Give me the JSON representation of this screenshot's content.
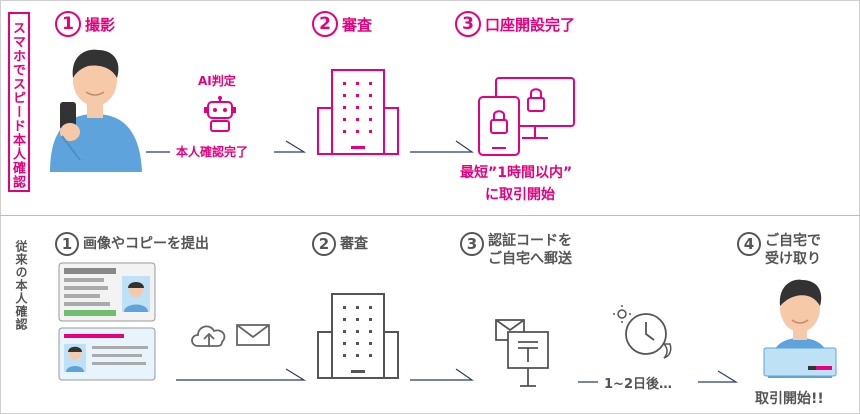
{
  "smartphone_flow": {
    "label": "スマホでスピード本人確認",
    "steps": [
      {
        "number": "1",
        "label": "撮影"
      },
      {
        "number": "2",
        "label": "審査"
      },
      {
        "number": "3",
        "label": "口座開設完了"
      }
    ],
    "ai_label": "AI判定",
    "verify_label": "本人確認完了",
    "result_line1": "最短”1時間以内”",
    "result_line2": "に取引開始"
  },
  "traditional_flow": {
    "label": "従来の本人確認",
    "steps": [
      {
        "number": "1",
        "label": "画像やコピーを提出"
      },
      {
        "number": "2",
        "label": "審査"
      },
      {
        "number": "3",
        "label_line1": "認証コードを",
        "label_line2": "ご自宅へ郵送"
      },
      {
        "number": "4",
        "label_line1": "ご自宅で",
        "label_line2": "受け取り"
      }
    ],
    "wait_label": "1~2日後…",
    "final_label": "取引開始!!"
  },
  "icons": [
    "person-with-phone-icon",
    "robot-icon",
    "building-icon",
    "phone-lock-icon",
    "monitor-lock-icon",
    "id-card-icon",
    "cloud-upload-icon",
    "mail-icon",
    "mailbox-icon",
    "clock-icon",
    "person-laptop-icon"
  ],
  "colors": {
    "accent": "#e6007e",
    "text_gray": "#555555",
    "line_navy": "#2b3a67",
    "skin": "#f6c9a8",
    "shirt": "#5fa3dd",
    "hair": "#333333"
  }
}
